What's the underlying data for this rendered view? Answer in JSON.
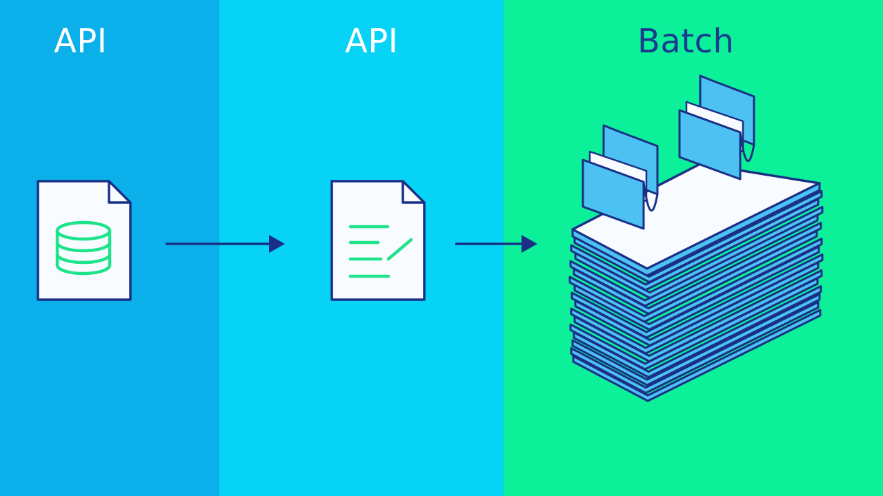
{
  "titles": {
    "left": "API",
    "middle": "API",
    "right": "Batch"
  },
  "colors": {
    "left_panel": "#0bb0ea",
    "middle_panel": "#06d3f5",
    "right_panel": "#0cf09a",
    "outline": "#1a2f86",
    "icon_green": "#1fe38a",
    "folder_blue": "#4cc1f2",
    "paper_white": "#f8fbff"
  },
  "icons": [
    "database-document-icon",
    "arrow-right-icon",
    "text-document-icon",
    "arrow-right-icon",
    "stacked-batch-files-icon",
    "folder-icon"
  ]
}
